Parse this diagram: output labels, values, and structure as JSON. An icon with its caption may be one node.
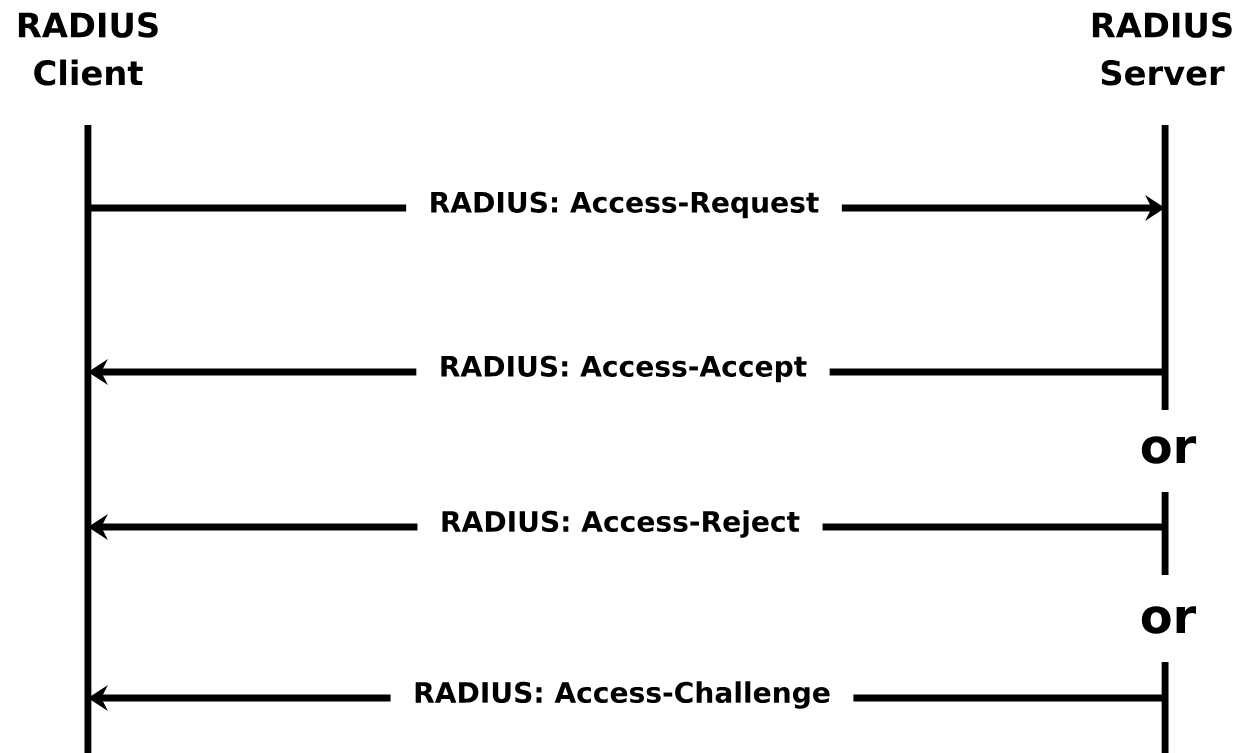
{
  "diagram": {
    "nodes": [
      {
        "text": [
          "RADIUS Client"
        ]
      },
      {
        "text": [
          "RADIUS Server"
        ]
      }
    ],
    "edges": [
      {
        "from": 0,
        "to": 1,
        "arrow": "to",
        "label": "RADIUS: Access-Request"
      },
      {
        "from": 1,
        "to": 0,
        "arrow": "to",
        "label": "RADIUS: Access-Accept"
      },
      {
        "from": 1,
        "to": 0,
        "arrow": "to",
        "label": "RADIUS: Access-Reject"
      },
      {
        "from": 1,
        "to": 0,
        "arrow": "to",
        "label": "RADIUS: Access-Challenge"
      }
    ],
    "labels": [
      "or",
      "or"
    ]
  }
}
